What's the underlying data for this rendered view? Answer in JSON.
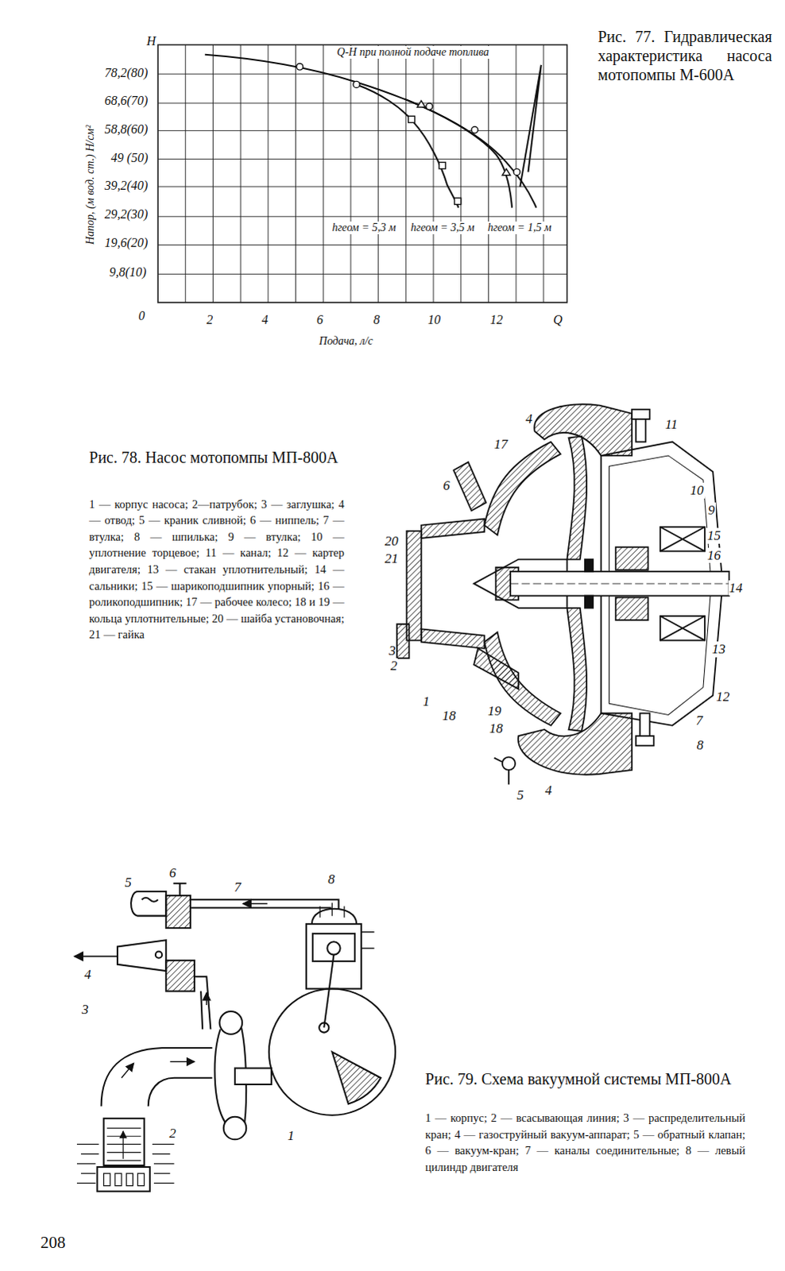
{
  "diagram": {
    "labels": [
      "H",
      "78,2(80)",
      "68,6(70)",
      "58,8(60)",
      "49 (50)",
      "39,2(40)",
      "29,2(30)",
      "19,6(20)",
      "9,8(10)",
      "Напор, (м вод. ст.) Н/см²",
      "0",
      "2",
      "4",
      "6",
      "8",
      "10",
      "12",
      "Q",
      "Подача, л/с",
      "Q-H при полной подаче топлива",
      "hгеом = 5,3 м",
      "hгеом = 3,5 м",
      "hгеом = 1,5 м",
      "Рис. 77. Гидравлическая характеристика насоса мотопомпы М-600А",
      "Рис. 78. Насос мотопомпы МП-800А",
      "1 — корпус насоса; 2—патрубок; 3 — заглушка; 4 — отвод; 5 — краник сливной; 6 — ниппель; 7 — втулка; 8 — шпилька; 9 — втулка; 10 — уплотнение торцевое; 11 — канал; 12 — картер двигателя; 13 — стакан уплотнительный; 14 — сальники; 15 — шарикоподшипник упорный; 16 — роликоподшипник; 17 — рабочее колесо; 18 и 19 — кольца уплотнительные; 20 — шайба установочная; 21 — гайка",
      "4",
      "11",
      "17",
      "6",
      "10",
      "9",
      "20",
      "15",
      "21",
      "16",
      "14",
      "3",
      "2",
      "13",
      "1",
      "18",
      "19",
      "18",
      "12",
      "7",
      "8",
      "5",
      "4",
      "5",
      "6",
      "7",
      "8",
      "4",
      "3",
      "2",
      "1",
      "Рис. 79. Схема вакуумной системы МП-800А",
      "1 — корпус; 2 — всасывающая линия; 3 — распределительный кран; 4 — газоструйный вакуум-аппарат; 5 — обратный клапан; 6 — вакуум-кран; 7 — каналы соединительные; 8 — левый цилиндр двигателя",
      "208"
    ]
  }
}
